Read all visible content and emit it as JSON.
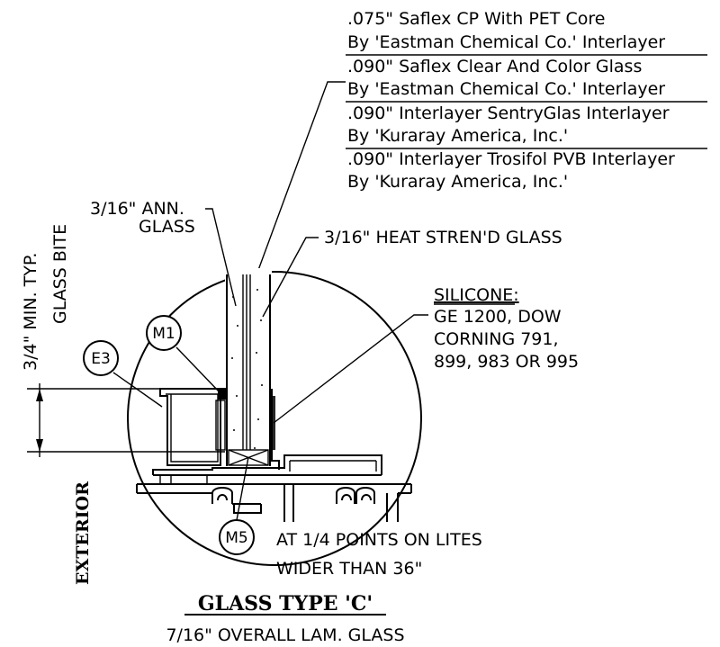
{
  "interlayers": [
    {
      "line1": ".075\" Saflex CP With PET Core",
      "line2": "By 'Eastman Chemical Co.' Interlayer"
    },
    {
      "line1": ".090\" Saflex Clear And Color Glass",
      "line2": "By 'Eastman Chemical Co.' Interlayer"
    },
    {
      "line1": ".090\" Interlayer SentryGlas Interlayer",
      "line2": "By 'Kuraray America, Inc.'"
    },
    {
      "line1": ".090\" Interlayer Trosifol PVB Interlayer",
      "line2": "By 'Kuraray America, Inc.'"
    }
  ],
  "callouts": {
    "ann_glass_1": "3/16\" ANN.",
    "ann_glass_2": "GLASS",
    "heat_glass": "3/16\" HEAT STREN'D GLASS",
    "silicone_title": "SILICONE:",
    "silicone_1": "GE 1200, DOW",
    "silicone_2": "CORNING 791,",
    "silicone_3": "899, 983 OR 995",
    "m5_note_1": "AT 1/4 POINTS ON LITES",
    "m5_note_2": "WIDER THAN 36\""
  },
  "bubbles": {
    "m1": "M1",
    "e3": "E3",
    "m5": "M5"
  },
  "dimension": {
    "line1": "3/4\" MIN. TYP.",
    "line2": "GLASS BITE"
  },
  "exterior_label": "EXTERIOR",
  "title": "GLASS TYPE 'C'",
  "subtitle": "7/16\" OVERALL LAM. GLASS"
}
